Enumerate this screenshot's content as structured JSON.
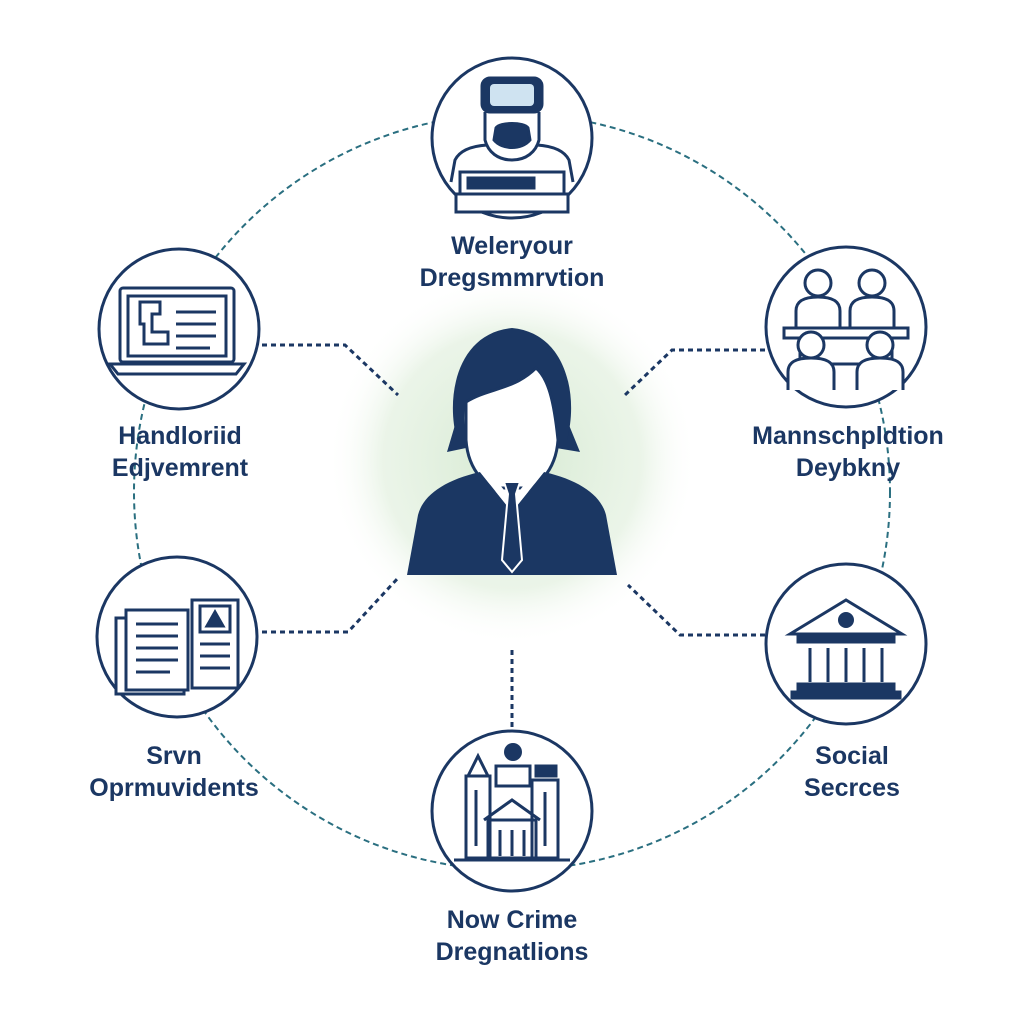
{
  "colors": {
    "primary": "#1b3763",
    "connector": "#2a6f80",
    "glow": "#cfe6cc",
    "background": "#ffffff"
  },
  "center": {
    "icon": "person-in-suit-icon"
  },
  "nodes": [
    {
      "id": "top",
      "icon": "officer-at-desk-icon",
      "line1": "Weleryour",
      "line2": "Dregsmmrvtion"
    },
    {
      "id": "upper-right",
      "icon": "group-meeting-icon",
      "line1": "Mannschpldtion",
      "line2": "Deybkny"
    },
    {
      "id": "lower-right",
      "icon": "government-building-icon",
      "line1": "Social",
      "line2": "Secrces"
    },
    {
      "id": "bottom",
      "icon": "city-buildings-icon",
      "line1": "Now Crime",
      "line2": "Dregnatlions"
    },
    {
      "id": "lower-left",
      "icon": "documents-icon",
      "line1": "Srvn",
      "line2": "Oprmuvidents"
    },
    {
      "id": "upper-left",
      "icon": "laptop-icon",
      "line1": "Handloriid",
      "line2": "Edjvemrent"
    }
  ]
}
